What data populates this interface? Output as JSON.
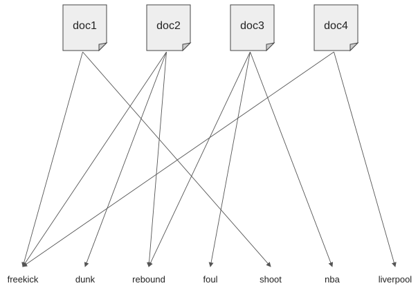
{
  "documents": [
    {
      "id": "doc1",
      "label": "doc1"
    },
    {
      "id": "doc2",
      "label": "doc2"
    },
    {
      "id": "doc3",
      "label": "doc3"
    },
    {
      "id": "doc4",
      "label": "doc4"
    }
  ],
  "terms": [
    {
      "id": "freekick",
      "label": "freekick"
    },
    {
      "id": "dunk",
      "label": "dunk"
    },
    {
      "id": "rebound",
      "label": "rebound"
    },
    {
      "id": "foul",
      "label": "foul"
    },
    {
      "id": "shoot",
      "label": "shoot"
    },
    {
      "id": "nba",
      "label": "nba"
    },
    {
      "id": "liverpool",
      "label": "liverpool"
    }
  ],
  "edges": [
    {
      "from": "doc1",
      "to": "freekick"
    },
    {
      "from": "doc1",
      "to": "shoot"
    },
    {
      "from": "doc2",
      "to": "freekick"
    },
    {
      "from": "doc2",
      "to": "dunk"
    },
    {
      "from": "doc2",
      "to": "rebound"
    },
    {
      "from": "doc3",
      "to": "rebound"
    },
    {
      "from": "doc3",
      "to": "foul"
    },
    {
      "from": "doc3",
      "to": "nba"
    },
    {
      "from": "doc4",
      "to": "freekick"
    },
    {
      "from": "doc4",
      "to": "liverpool"
    }
  ],
  "colors": {
    "doc_fill": "#eeeeee",
    "doc_stroke": "#444444",
    "edge": "#555555",
    "text": "#222222"
  }
}
